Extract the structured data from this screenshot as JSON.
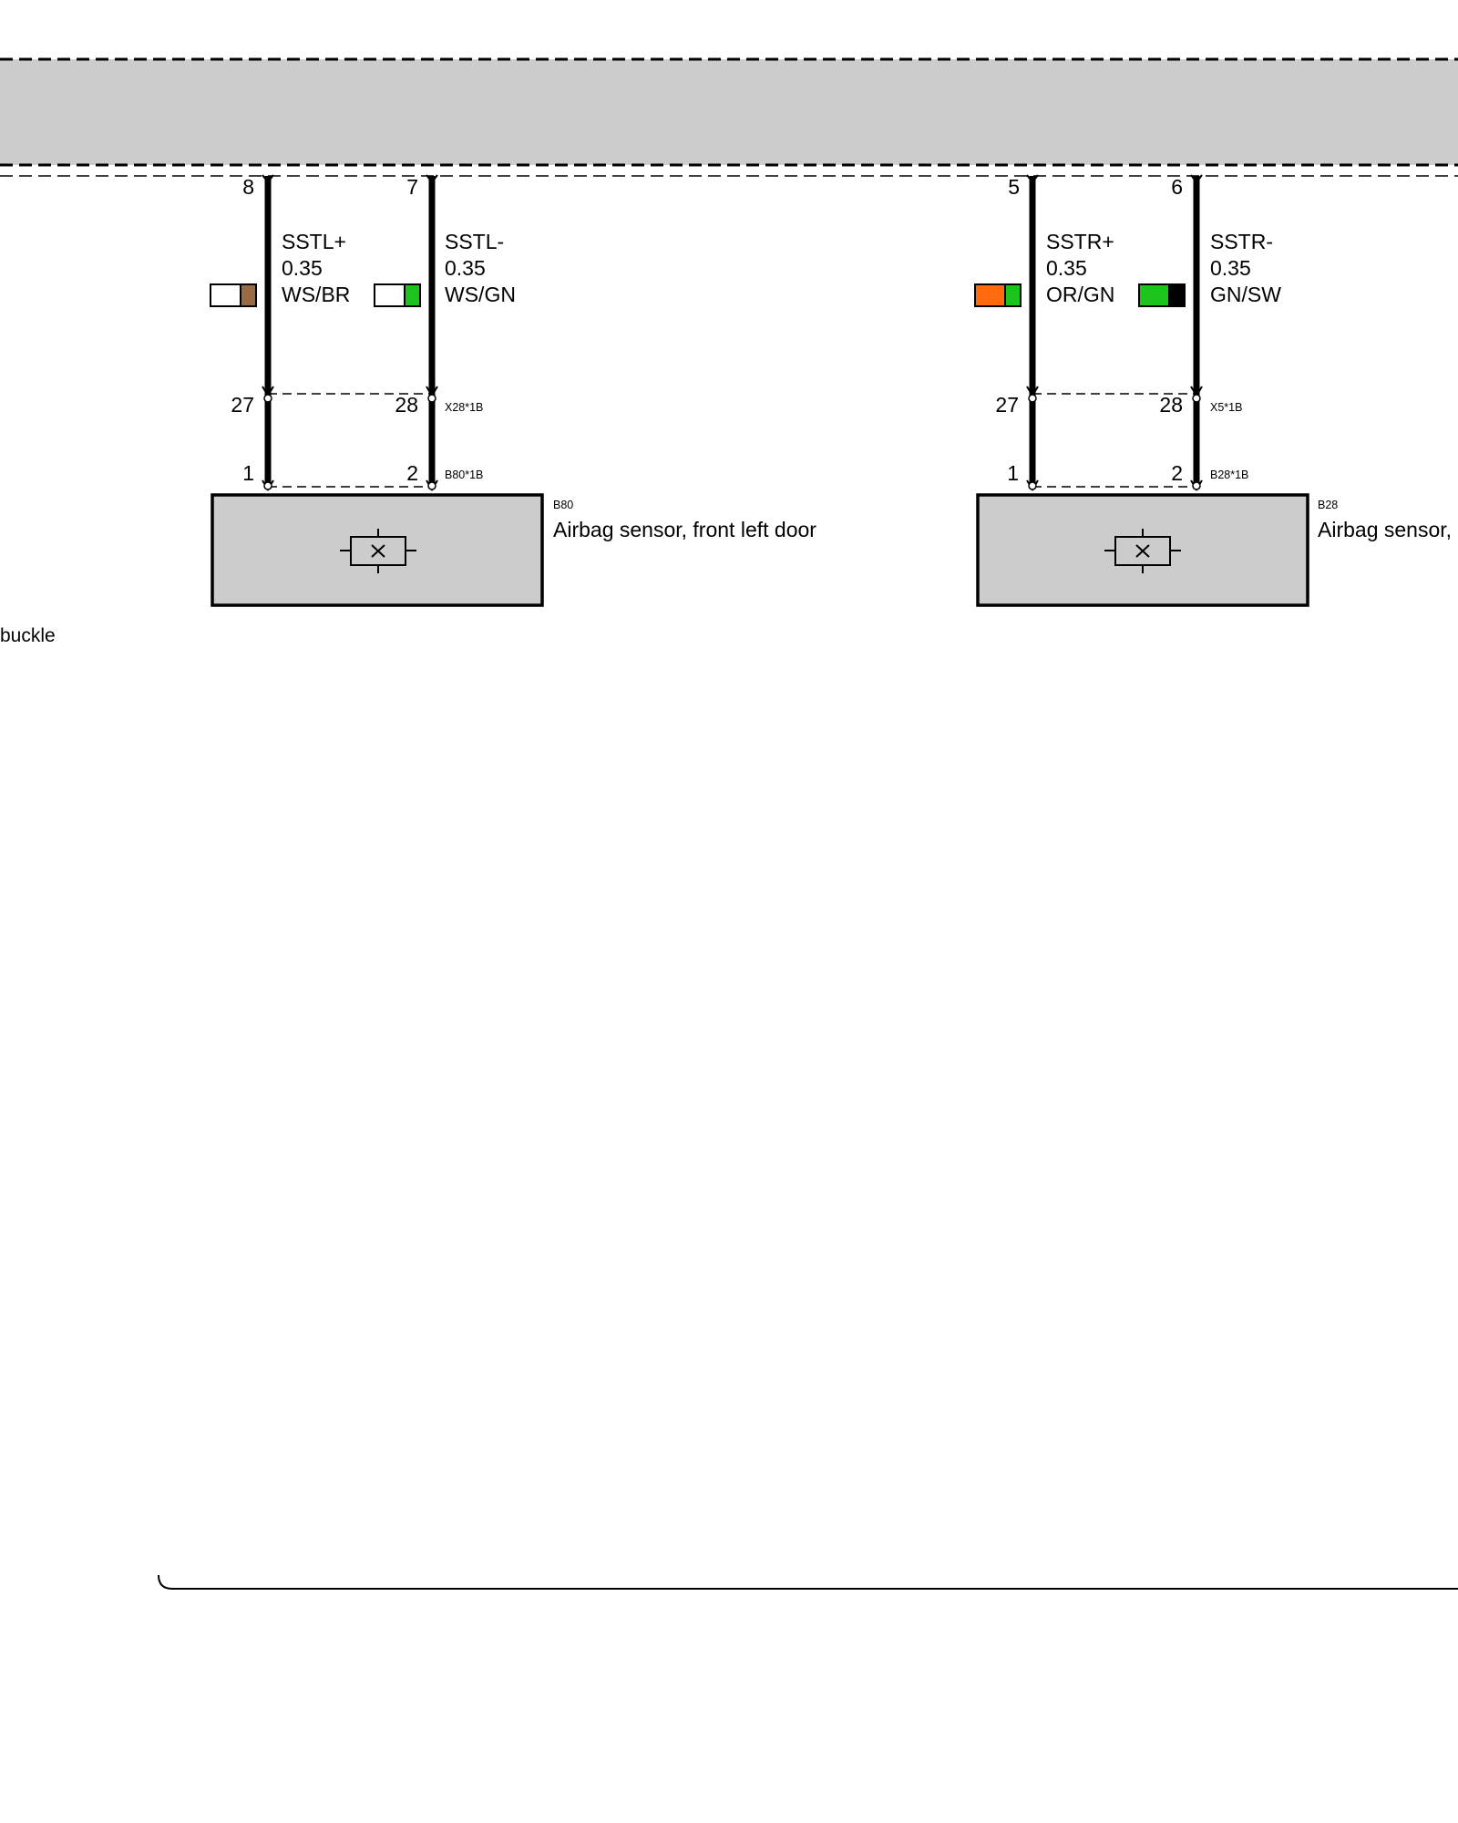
{
  "left_fragment_text": "buckle",
  "sensors": [
    {
      "id": "left",
      "component_code": "B80",
      "component_name": "Airbag sensor, front left door",
      "inline_connector": "X28*1B",
      "sensor_connector": "B80*1B",
      "wires": [
        {
          "ecu_pin": "8",
          "signal": "SSTL+",
          "gauge": "0.35",
          "color_code": "WS/BR",
          "colors": [
            "#ffffff",
            "#9a6a44"
          ],
          "inline_pin": "27",
          "sensor_pin": "1"
        },
        {
          "ecu_pin": "7",
          "signal": "SSTL-",
          "gauge": "0.35",
          "color_code": "WS/GN",
          "colors": [
            "#ffffff",
            "#1cc41c"
          ],
          "inline_pin": "28",
          "sensor_pin": "2"
        }
      ]
    },
    {
      "id": "right",
      "component_code": "B28",
      "component_name": "Airbag sensor,",
      "inline_connector": "X5*1B",
      "sensor_connector": "B28*1B",
      "wires": [
        {
          "ecu_pin": "5",
          "signal": "SSTR+",
          "gauge": "0.35",
          "color_code": "OR/GN",
          "colors": [
            "#ff6a10",
            "#1cc41c"
          ],
          "inline_pin": "27",
          "sensor_pin": "1"
        },
        {
          "ecu_pin": "6",
          "signal": "SSTR-",
          "gauge": "0.35",
          "color_code": "GN/SW",
          "colors": [
            "#1cc41c",
            "#000000"
          ],
          "inline_pin": "28",
          "sensor_pin": "2"
        }
      ]
    }
  ]
}
